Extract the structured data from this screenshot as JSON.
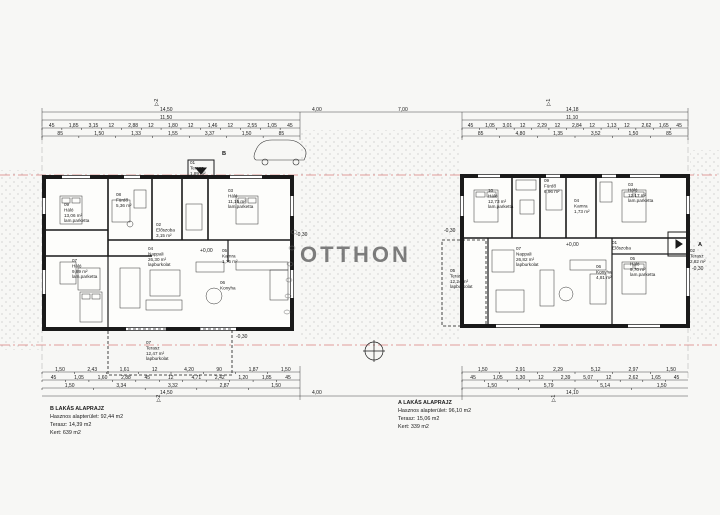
{
  "top_dims": {
    "left_total": "14,50",
    "left_inner": "11,50",
    "mid1": "4,00",
    "mid2": "7,00",
    "right_total": "14,18",
    "right_inner": "11,10",
    "row_a": [
      "45",
      "1,85",
      "3,15",
      "12",
      "2,88",
      "12",
      "1,80",
      "12",
      "1,46",
      "12",
      "2,55",
      "1,05",
      "45"
    ],
    "row_b": [
      "85",
      "1,50",
      "1,33",
      "1,55",
      "3,37",
      "1,50",
      "85"
    ],
    "row_c": [
      "45",
      "1,05",
      "3,01",
      "12",
      "2,29",
      "12",
      "2,84",
      "12",
      "1,13",
      "12",
      "2,62",
      "1,65",
      "45"
    ],
    "row_d": [
      "85",
      "4,80",
      "1,35",
      "3,52",
      "1,50",
      "85"
    ]
  },
  "bottom_dims": {
    "row_e": [
      "1,50",
      "2,43",
      "1,61",
      "12",
      "4,20",
      "90",
      "1,87",
      "1,50"
    ],
    "row_f": [
      "45",
      "1,05",
      "1,60",
      "2,88",
      "45",
      "12",
      "4,71",
      "2,42",
      "1,20",
      "1,85",
      "45"
    ],
    "row_g": [
      "1,50",
      "3,34",
      "3,32",
      "2,87",
      "1,50"
    ],
    "left_total": "14,50",
    "mid": "4,00",
    "row_h": [
      "1,50",
      "2,91",
      "2,29",
      "5,12",
      "2,97",
      "1,50"
    ],
    "row_i": [
      "45",
      "1,05",
      "1,30",
      "12",
      "2,39",
      "5,07",
      "12",
      "2,62",
      "1,65",
      "45"
    ],
    "row_j": [
      "1,50",
      "5,79",
      "5,14",
      "1,50"
    ],
    "right_total": "14,10"
  },
  "section_marks": [
    "A",
    "B"
  ],
  "unit_b": {
    "rooms": [
      {
        "no": "09",
        "name": "Háló",
        "area": "13,06 m²",
        "floor": "lam.parketta"
      },
      {
        "no": "08",
        "name": "Fürdő",
        "area": "5,36 m²",
        "floor": ""
      },
      {
        "no": "02",
        "name": "Előszoba",
        "area": "3,15 m²",
        "floor": ""
      },
      {
        "no": "03",
        "name": "Háló",
        "area": "11,15 m²",
        "floor": "lam.parketta"
      },
      {
        "no": "07",
        "name": "Háló",
        "area": "9,89 m²",
        "floor": "lam.parketta"
      },
      {
        "no": "04",
        "name": "Nappali",
        "area": "26,30 m²",
        "floor": "lapburkolat"
      },
      {
        "no": "05",
        "name": "Kamra",
        "area": "1,75 m²",
        "floor": ""
      },
      {
        "no": "06",
        "name": "Konyha",
        "area": "",
        "floor": ""
      },
      {
        "no": "01",
        "name": "Terasz",
        "area": "1,89 m²",
        "floor": ""
      },
      {
        "no": "07",
        "name": "Terasz",
        "area": "12,47 m²",
        "floor": "lapburkolat"
      }
    ],
    "level": "+0,00",
    "ext_level": "-0,30",
    "caption_title": "B LAKÁS ALAPRAJZ",
    "caption_area": "Hasznos alapterület: 92,44 m2",
    "caption_terrace": "Terasz:  14,39 m2",
    "caption_garden": "Kert:   639 m2"
  },
  "unit_a": {
    "rooms": [
      {
        "no": "10",
        "name": "Háló",
        "area": "12,73 m²",
        "floor": "lam.parketta"
      },
      {
        "no": "09",
        "name": "Fürdő",
        "area": "6,96 m²",
        "floor": ""
      },
      {
        "no": "04",
        "name": "Kamra",
        "area": "1,73 m²",
        "floor": ""
      },
      {
        "no": "03",
        "name": "Háló",
        "area": "12,17 m²",
        "floor": "lam.parketta"
      },
      {
        "no": "02",
        "name": "Terasz",
        "area": "2,82 m²",
        "floor": ""
      },
      {
        "no": "01",
        "name": "Előszoba",
        "area": "",
        "floor": ""
      },
      {
        "no": "06",
        "name": "Konyha",
        "area": "4,81 m²",
        "floor": ""
      },
      {
        "no": "07",
        "name": "Nappali",
        "area": "26,82 m²",
        "floor": "lapburkolat"
      },
      {
        "no": "05",
        "name": "Háló",
        "area": "9,70 m²",
        "floor": "lam.parketta"
      },
      {
        "no": "05",
        "name": "Terasz",
        "area": "12,24 m²",
        "floor": "lapburkolat"
      }
    ],
    "level": "+0,00",
    "ext_level": "-0,30",
    "caption_title": "A LAKÁS ALAPRAJZ",
    "caption_area": "Hasznos alapterület: 96,10 m2",
    "caption_terrace": "Terasz:  15,06 m2",
    "caption_garden": "Kert:   339 m2"
  },
  "watermark": "OTTHON",
  "colors": {
    "line": "#1a1a1a",
    "grid": "#9a9a9a",
    "property": "#c44",
    "garden": "#cfcfcf",
    "paper": "#f7f7f5"
  }
}
